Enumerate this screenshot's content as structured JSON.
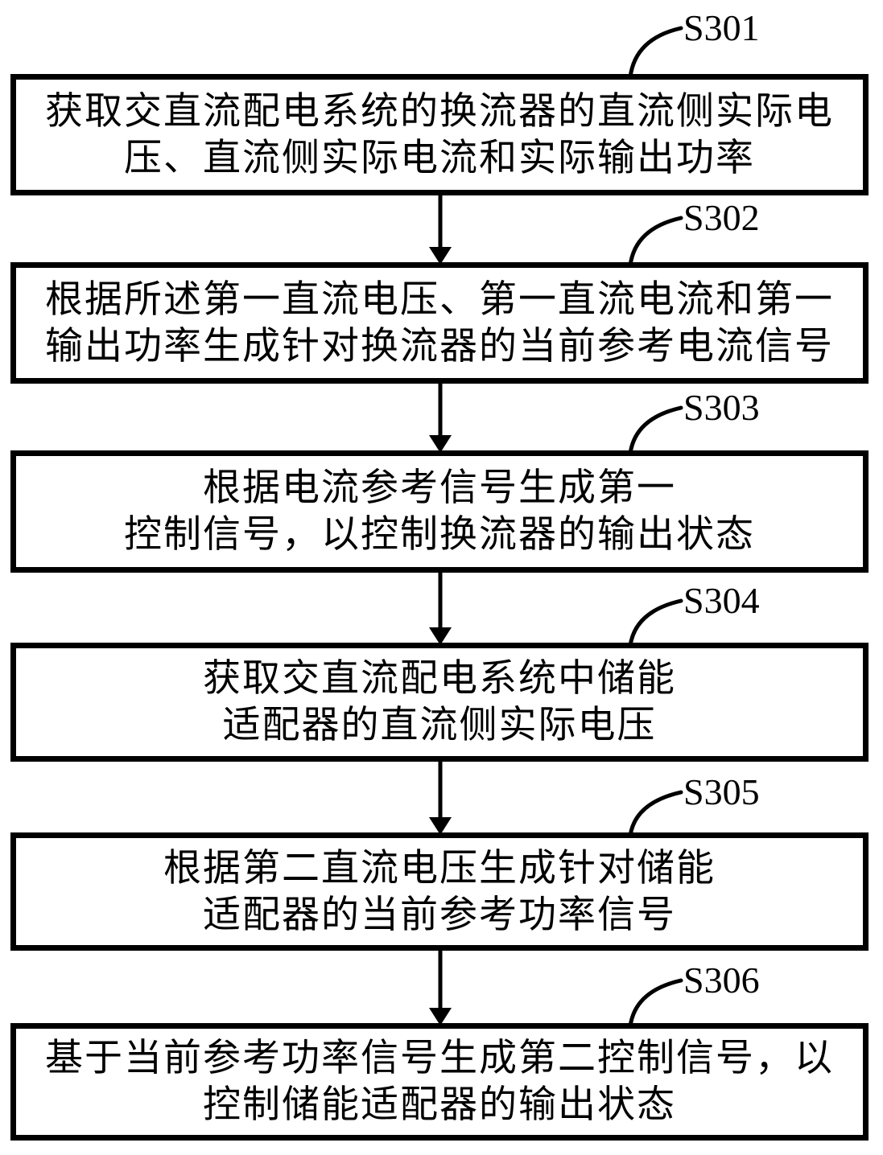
{
  "figure": {
    "type": "flowchart",
    "background_color": "#ffffff",
    "line_color": "#000000",
    "flow_direction": "top-to-bottom"
  },
  "steps": [
    {
      "label": "S301",
      "line1": "获取交直流配电系统的换流器的直流侧实际电",
      "line2": "压、直流侧实际电流和实际输出功率"
    },
    {
      "label": "S302",
      "line1": "根据所述第一直流电压、第一直流电流和第一",
      "line2": "输出功率生成针对换流器的当前参考电流信号"
    },
    {
      "label": "S303",
      "line1": "根据电流参考信号生成第一",
      "line2": "控制信号，以控制换流器的输出状态"
    },
    {
      "label": "S304",
      "line1": "获取交直流配电系统中储能",
      "line2": "适配器的直流侧实际电压"
    },
    {
      "label": "S305",
      "line1": "根据第二直流电压生成针对储能",
      "line2": "适配器的当前参考功率信号"
    },
    {
      "label": "S306",
      "line1": "基于当前参考功率信号生成第二控制信号，以",
      "line2": "控制储能适配器的输出状态"
    }
  ]
}
